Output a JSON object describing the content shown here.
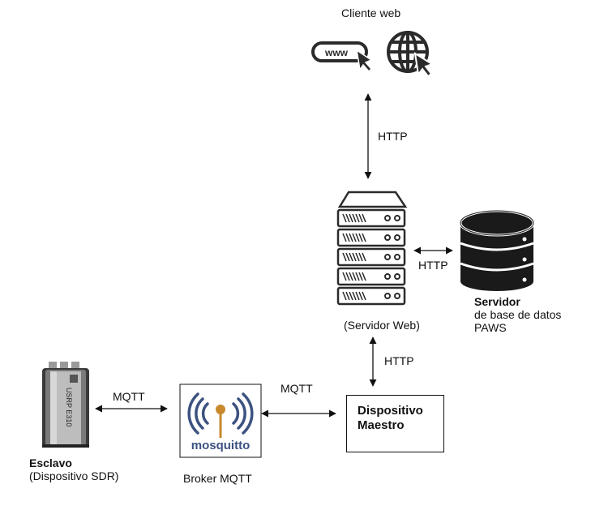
{
  "web_client": {
    "label": "Cliente web",
    "url_icon_text": "www"
  },
  "links": {
    "client_server": "HTTP",
    "server_db": "HTTP",
    "server_master": "HTTP",
    "broker_master": "MQTT",
    "slave_broker": "MQTT"
  },
  "web_server": {
    "label": "(Servidor Web)"
  },
  "database": {
    "title": "Servidor",
    "line1": "de base de datos",
    "line2": "PAWS"
  },
  "master": {
    "line1": "Dispositivo",
    "line2": "Maestro"
  },
  "broker": {
    "label": "Broker MQTT",
    "logo_text": "mosquitto"
  },
  "slave": {
    "title": "Esclavo",
    "subtitle": "(Dispositivo SDR)",
    "device_text": "USRP E310"
  },
  "colors": {
    "mosquitto_blue": "#3c5280",
    "mosquitto_orange": "#c8882c"
  }
}
